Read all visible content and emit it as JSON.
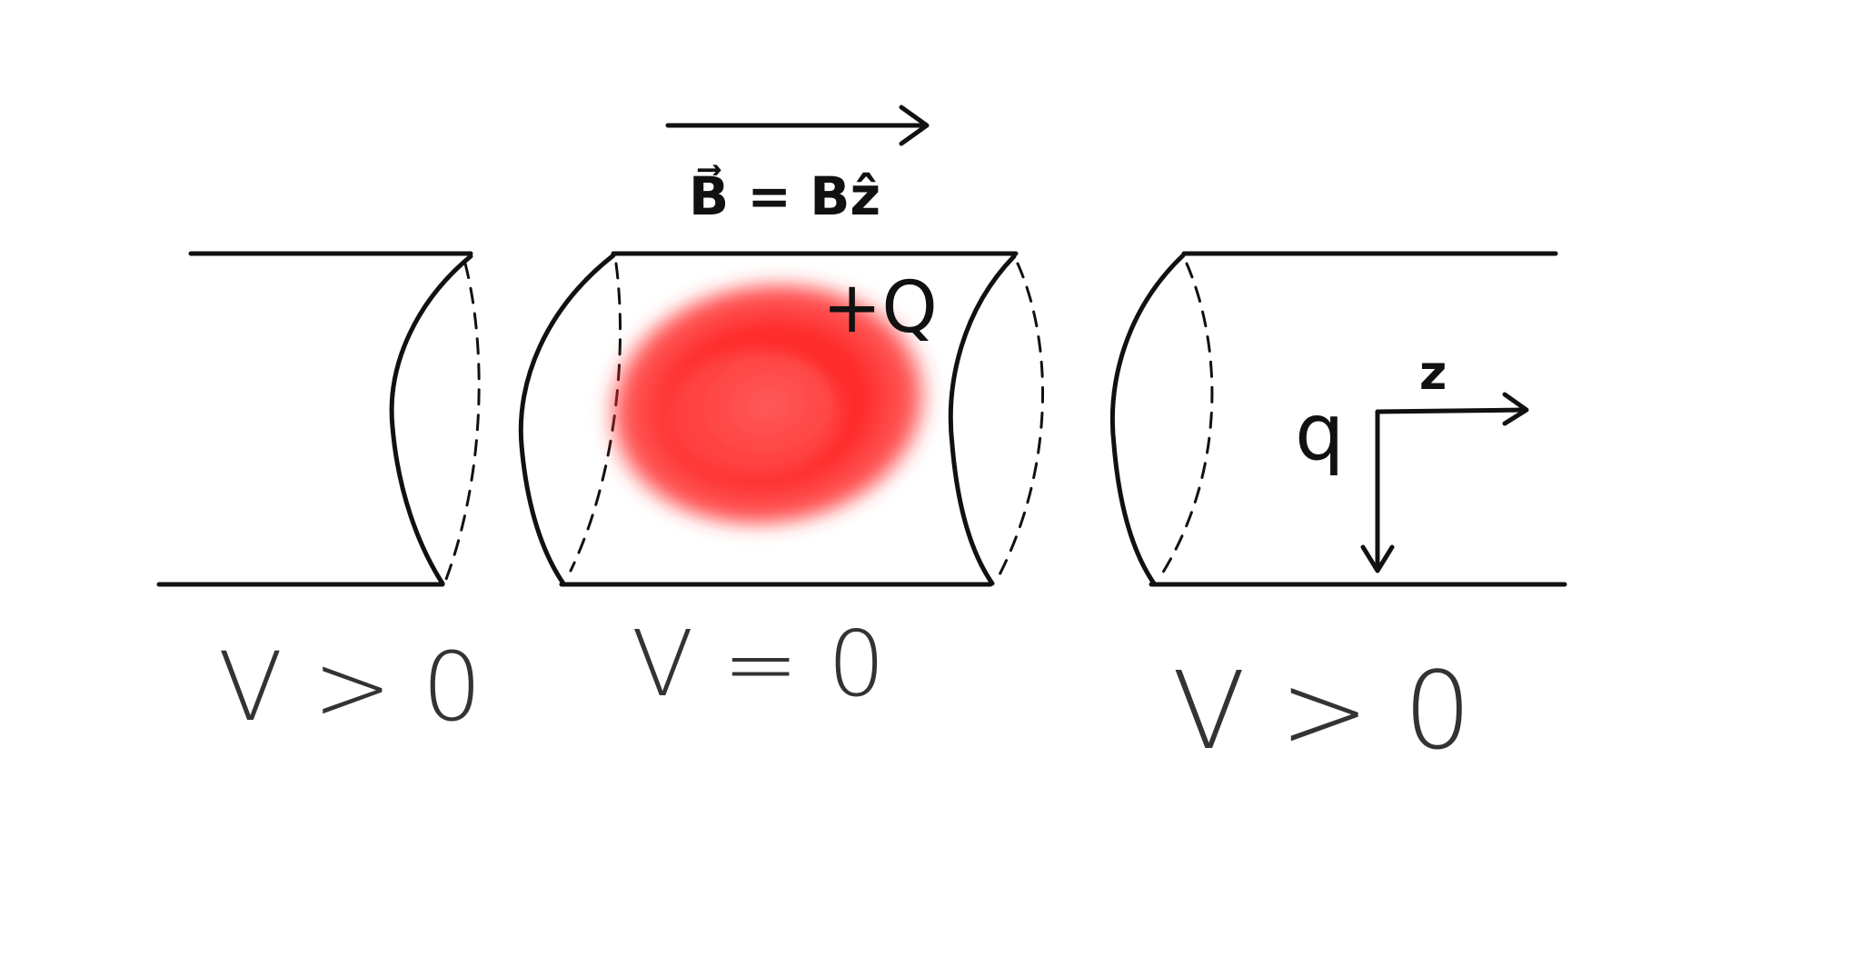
{
  "diagram": {
    "field_label": "B⃗ = Bẑ",
    "charge_label": "+Q",
    "axis_z_label": "z",
    "axis_q_label": "q",
    "left_potential": "V > 0",
    "center_potential": "V = 0",
    "right_potential": "V > 0",
    "charge_cloud_color": "#ff1a1a"
  }
}
